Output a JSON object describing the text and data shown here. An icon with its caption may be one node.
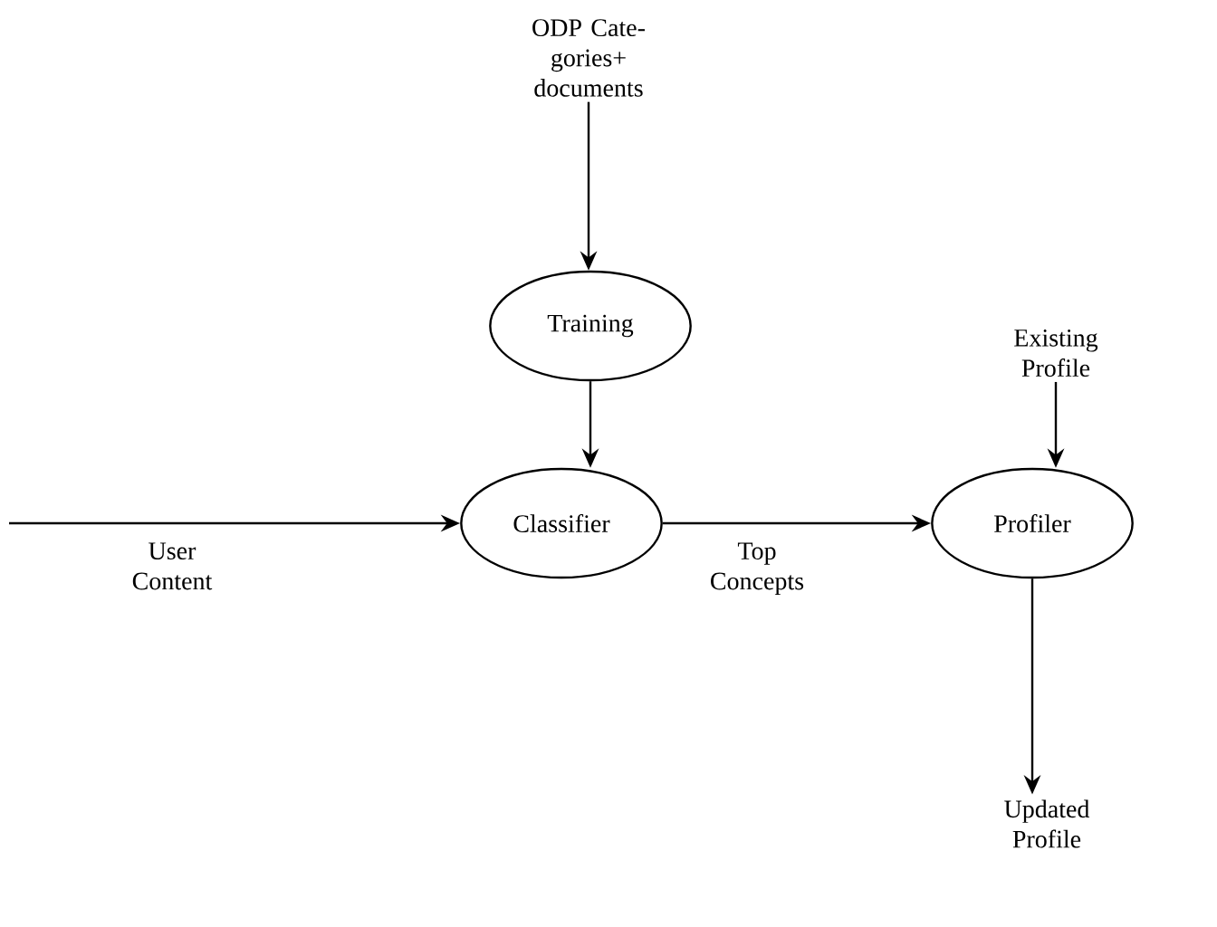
{
  "diagram": {
    "nodes": [
      {
        "text": [
          "ODP Cate-gories+ documents"
        ]
      },
      {
        "text": [
          "Training"
        ]
      },
      {
        "text": [
          "Classifier"
        ]
      },
      {
        "text": [
          "Existing Profile"
        ]
      },
      {
        "text": [
          "Profiler"
        ]
      },
      {
        "text": [
          "Updated Profile"
        ]
      }
    ],
    "edges": [
      {
        "from": 0,
        "to": 1,
        "arrow": "to"
      },
      {
        "from": 1,
        "to": 2,
        "arrow": "to"
      },
      {
        "from": null,
        "to": 2,
        "arrow": "to",
        "label": "User Content"
      },
      {
        "from": 2,
        "to": 4,
        "arrow": "to",
        "label": "Top Concepts"
      },
      {
        "from": 3,
        "to": 4,
        "arrow": "to"
      },
      {
        "from": 4,
        "to": 5,
        "arrow": "to"
      }
    ]
  }
}
